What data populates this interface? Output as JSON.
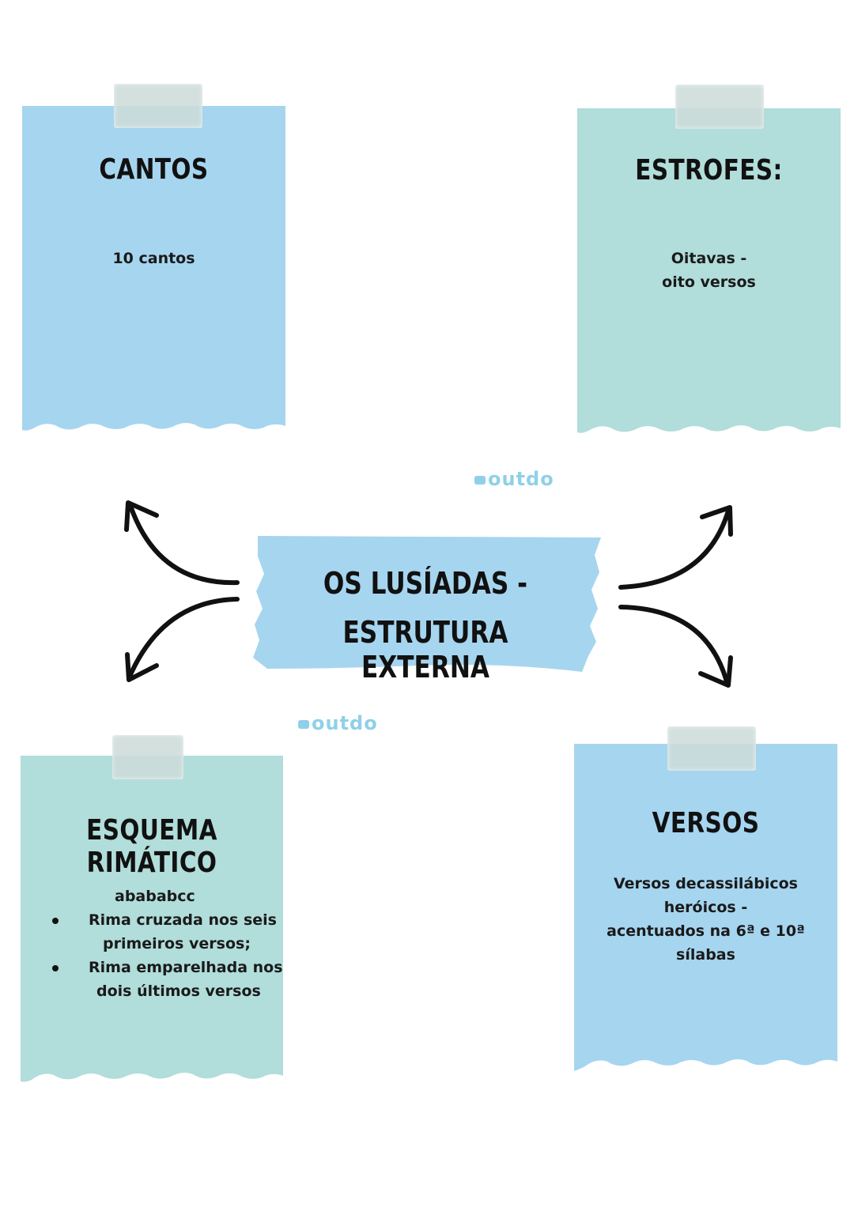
{
  "center": {
    "line1": "OS LUSÍADAS -",
    "line2": "ESTRUTURA EXTERNA"
  },
  "watermark": "outdo",
  "cards": {
    "cantos": {
      "title": "CANTOS",
      "body": [
        "10 cantos"
      ]
    },
    "estrofes": {
      "title": "ESTROFES:",
      "body": [
        "Oitavas -",
        "oito versos"
      ]
    },
    "esquema": {
      "title": "ESQUEMA RIMÁTICO",
      "scheme": "abababcc",
      "bullets": [
        {
          "line1": "Rima cruzada nos seis",
          "line2": "primeiros versos;"
        },
        {
          "line1": "Rima emparelhada nos",
          "line2": "dois últimos versos"
        }
      ]
    },
    "versos": {
      "title": "VERSOS",
      "body": [
        "Versos decassilábicos",
        "heróicos -",
        "acentuados na 6ª e 10ª",
        "sílabas"
      ]
    }
  },
  "colors": {
    "blue": "#a6d5ef",
    "teal": "#b1ddda",
    "ink": "#111111"
  }
}
